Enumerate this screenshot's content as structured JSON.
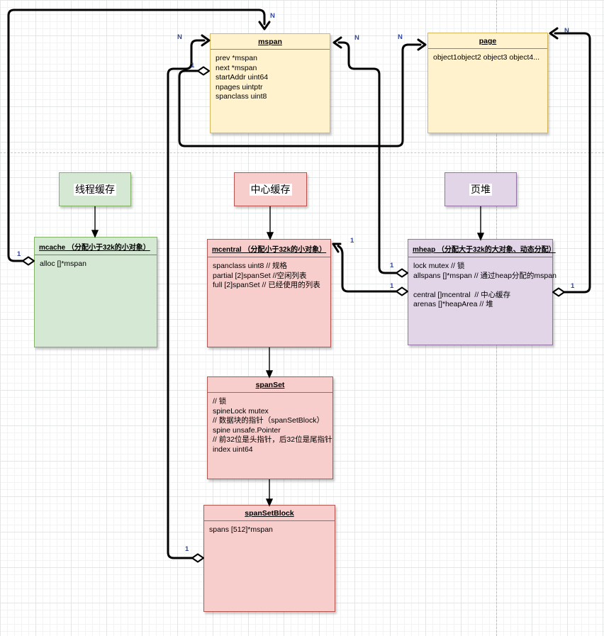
{
  "diagram": {
    "nodes": {
      "mspan": {
        "title": "mspan",
        "fields": [
          "prev *mspan",
          "next *mspan",
          "startAddr uint64",
          "npages uintptr",
          "spanclass uint8"
        ]
      },
      "page": {
        "title": "page",
        "fields": [
          "object1object2 object3 object4..."
        ]
      },
      "thread_cache": {
        "title": "线程缓存"
      },
      "central_cache": {
        "title": "中心缓存"
      },
      "page_heap": {
        "title": "页堆"
      },
      "mcache": {
        "title": "mcache （分配小于32k的小对象）",
        "fields": [
          "alloc []*mspan"
        ]
      },
      "mcentral": {
        "title": "mcentral （分配小于32k的小对象）",
        "fields": [
          "spanclass uint8 // 规格",
          "partial [2]spanSet //空闲列表",
          "full [2]spanSet // 已经使用的列表"
        ]
      },
      "mheap": {
        "title": "mheap （分配大于32k的大对象、动态分配）",
        "fields": [
          "lock mutex // 锁",
          "allspans []*mspan // 通过heap分配的mspan",
          "",
          "central []mcentral  // 中心缓存",
          "arenas []*heapArea // 堆"
        ]
      },
      "spanSet": {
        "title": "spanSet",
        "fields": [
          "// 锁",
          "spineLock mutex",
          "// 数据块的指针（spanSetBlock）",
          "spine unsafe.Pointer",
          "// 前32位是头指针，后32位是尾指针",
          "index uint64"
        ]
      },
      "spanSetBlock": {
        "title": "spanSetBlock",
        "fields": [
          "spans [512]*mspan"
        ]
      }
    },
    "edge_labels": [
      {
        "text": "N"
      },
      {
        "text": "N"
      },
      {
        "text": "N"
      },
      {
        "text": "N"
      },
      {
        "text": "N"
      },
      {
        "text": "1"
      },
      {
        "text": "1"
      },
      {
        "text": "1"
      },
      {
        "text": "1"
      },
      {
        "text": "1"
      },
      {
        "text": "1"
      },
      {
        "text": "1"
      }
    ],
    "colors": {
      "node_yellow": "#fff2cc",
      "node_green": "#d5e8d4",
      "node_pink": "#f8cecc",
      "node_purple": "#e1d5e7",
      "edge": "#000000",
      "edge_label": "#32479b"
    }
  }
}
